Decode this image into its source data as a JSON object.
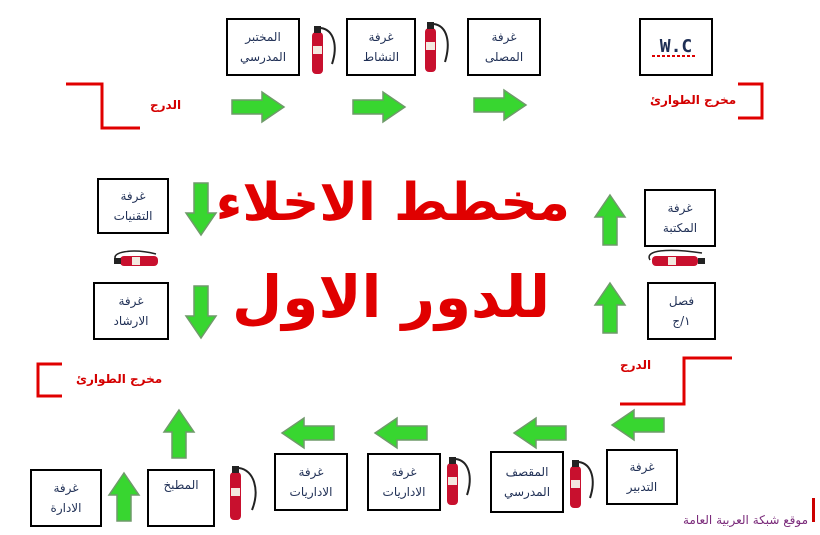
{
  "title": {
    "line1": "مخطط الاخلاء",
    "line2": "للدور الاول"
  },
  "rooms": {
    "lab": [
      "المختبر",
      "المدرسي"
    ],
    "activity": [
      "غرفة",
      "النشاط"
    ],
    "prayer": [
      "غرفة",
      "المصلى"
    ],
    "wc": [
      "W.C"
    ],
    "technology": [
      "غرفة",
      "التقنيات"
    ],
    "guidance": [
      "غرفة",
      "الارشاد"
    ],
    "library": [
      "غرفة",
      "المكتبة"
    ],
    "classroom": [
      "فصل",
      "١/ج"
    ],
    "administration": [
      "غرفة",
      "الادارة"
    ],
    "kitchen": [
      "المطبخ"
    ],
    "admin_staff_1": [
      "غرفة",
      "الاداريات"
    ],
    "admin_staff_2": [
      "غرفة",
      "الاداريات"
    ],
    "cafeteria": [
      "المقصف",
      "المدرسي"
    ],
    "management": [
      "غرفة",
      "التدبير"
    ]
  },
  "labels": {
    "stairs_top": "الدرج",
    "stairs_right": "الدرج",
    "emergency_exit_top_right": "مخرج الطوارئ",
    "emergency_exit_left": "مخرج الطوارئ"
  },
  "watermark": "موقع شبكة العربية العامة",
  "colors": {
    "arrow_fill": "#38d630",
    "arrow_stroke": "#6f9a6a",
    "title": "#e00000",
    "stairs_line": "#e00000",
    "extinguisher": "#c8102e"
  }
}
